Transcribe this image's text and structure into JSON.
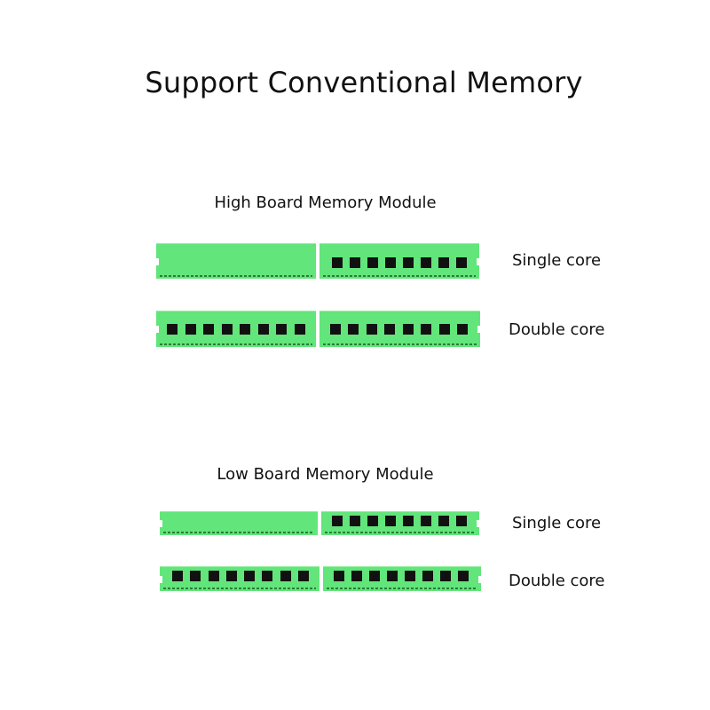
{
  "title": "Support Conventional Memory",
  "sections": [
    {
      "title": "High Board Memory Module",
      "rows": [
        {
          "label": "Single core"
        },
        {
          "label": "Double core"
        }
      ]
    },
    {
      "title": "Low Board Memory Module",
      "rows": [
        {
          "label": "Single core"
        },
        {
          "label": "Double core"
        }
      ]
    }
  ],
  "colors": {
    "module_green": "#62e57a",
    "chip_black": "#111111"
  }
}
